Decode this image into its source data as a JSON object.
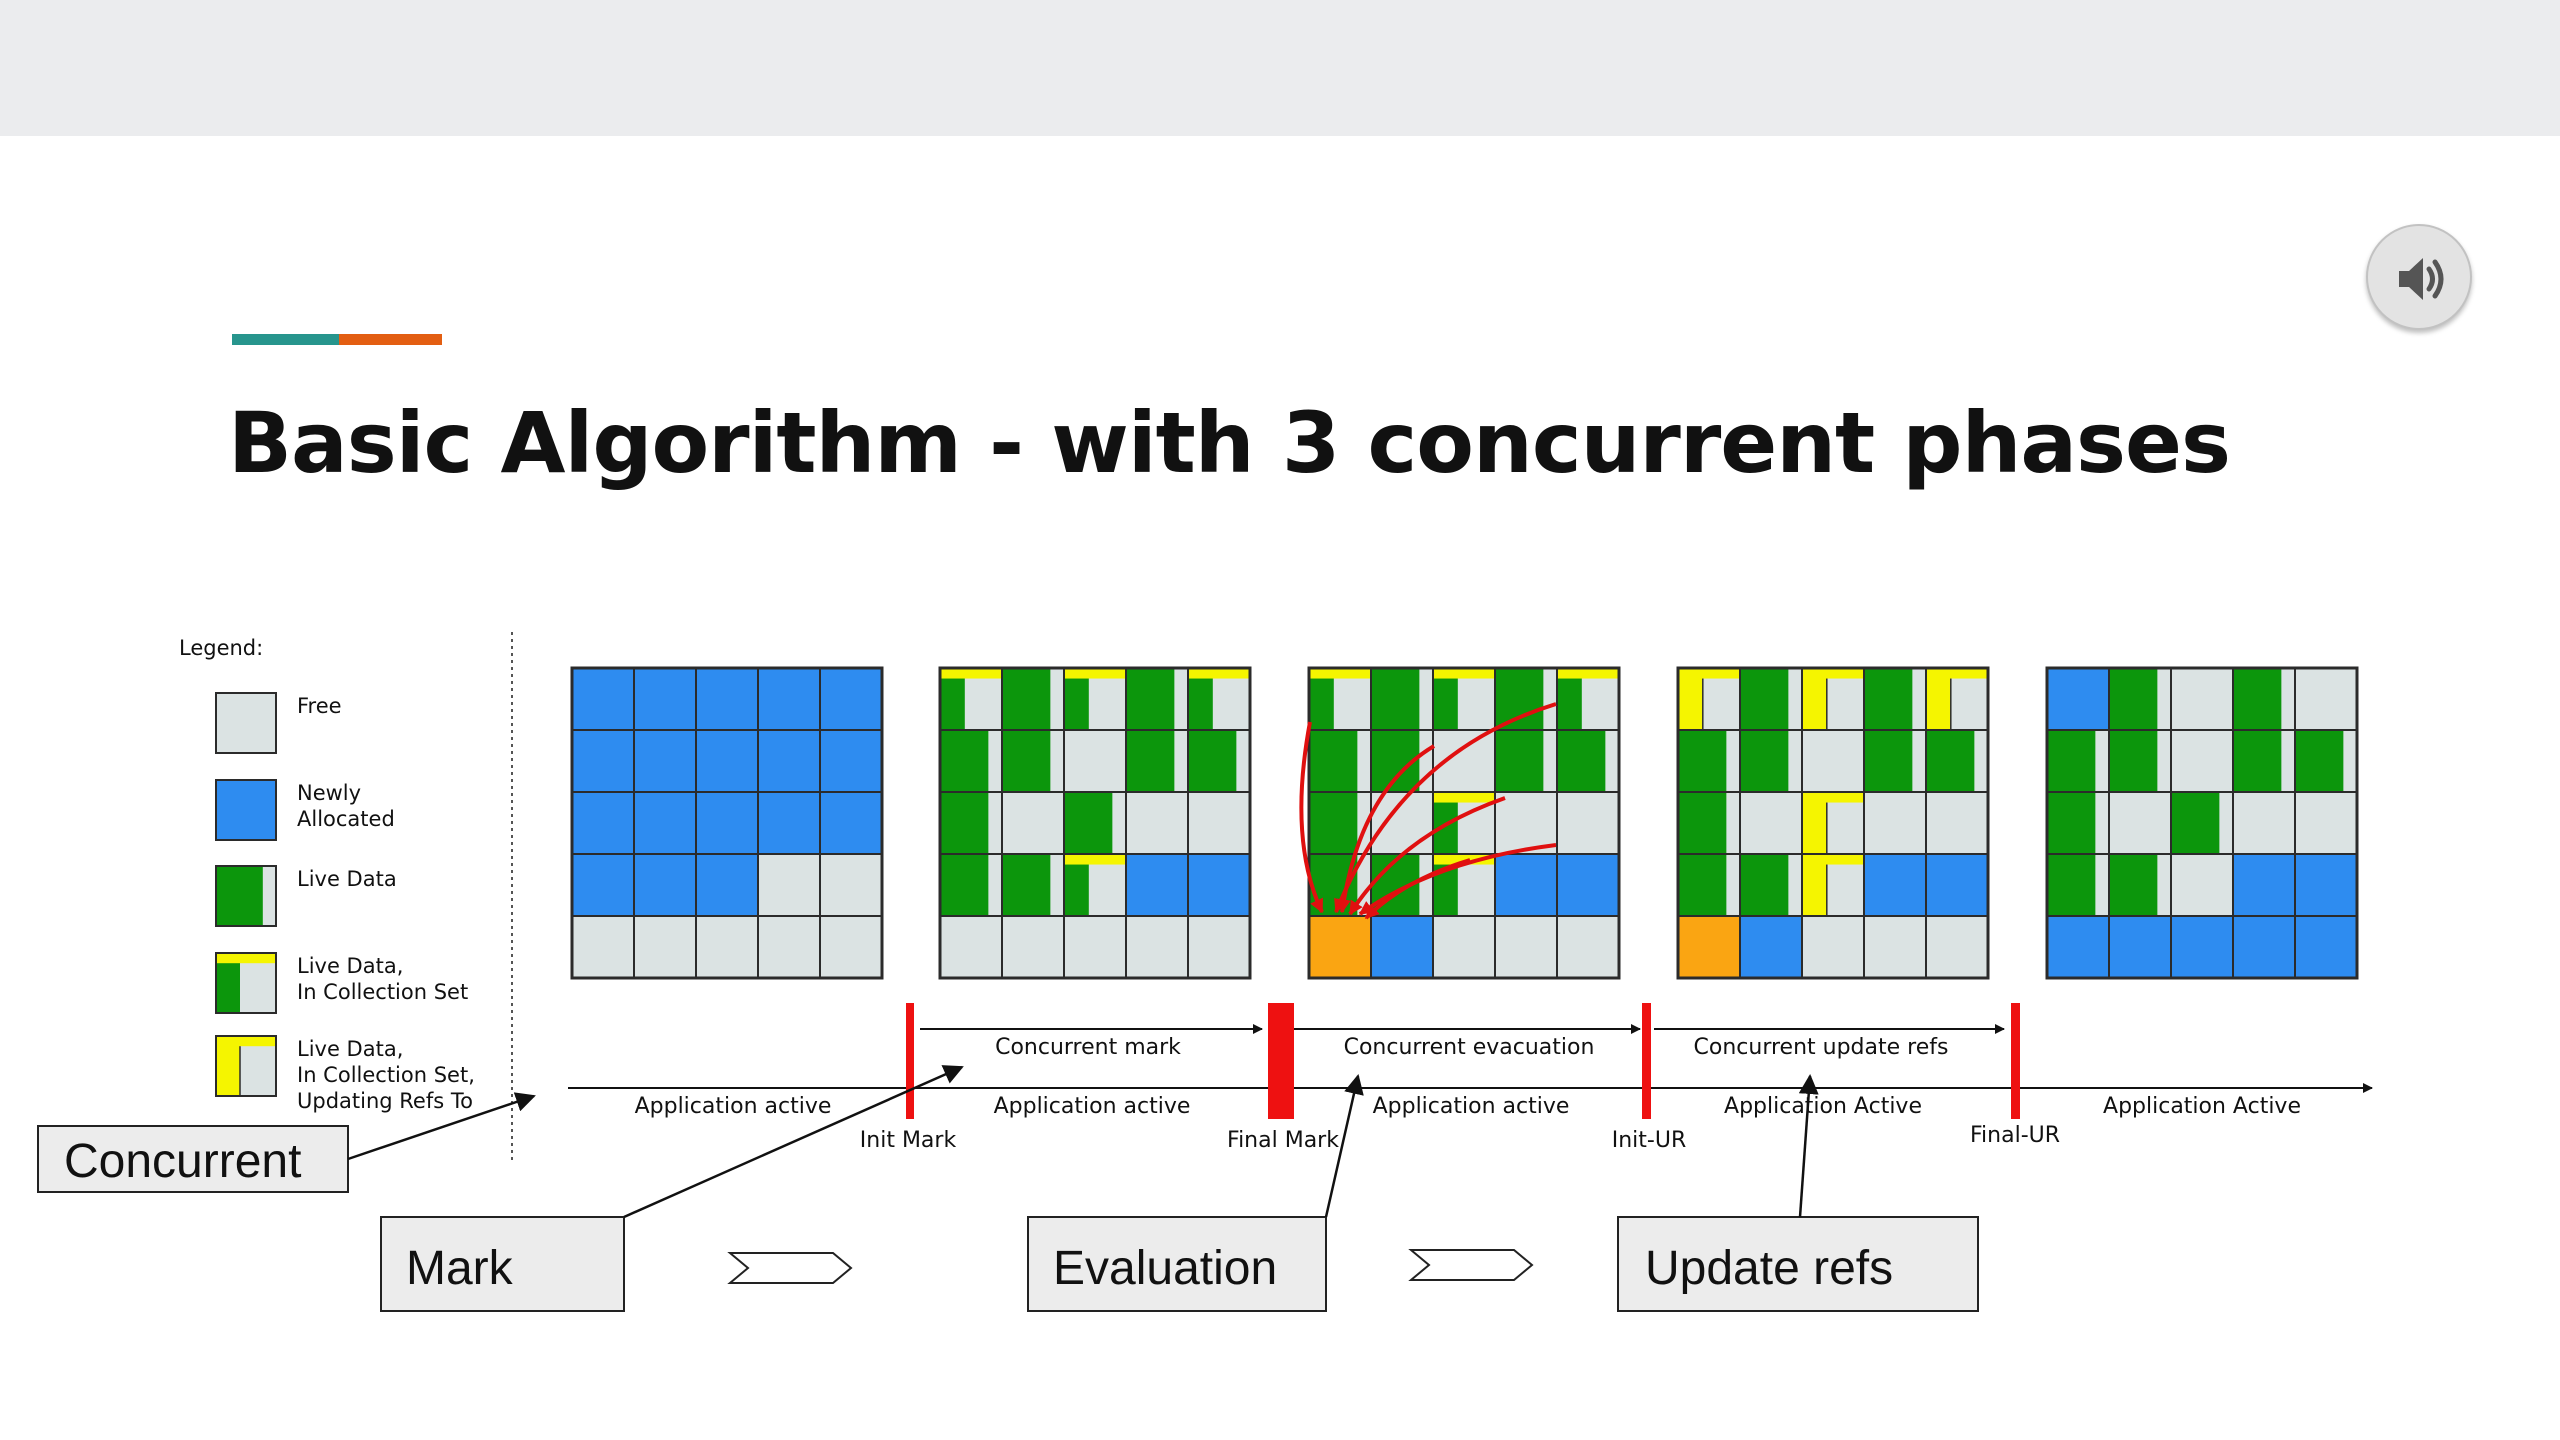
{
  "slide": {
    "title": "Basic Algorithm - with 3 concurrent phases",
    "sound_button_icon": "speaker-icon"
  },
  "legend": {
    "heading": "Legend:",
    "items": [
      {
        "key": "free",
        "lines": [
          "Free"
        ]
      },
      {
        "key": "new",
        "lines": [
          "Newly",
          "Allocated"
        ]
      },
      {
        "key": "live",
        "lines": [
          "Live Data"
        ]
      },
      {
        "key": "cset",
        "lines": [
          "Live Data,",
          "In Collection Set"
        ]
      },
      {
        "key": "upd",
        "lines": [
          "Live Data,",
          "In Collection Set,",
          "Updating Refs To"
        ]
      }
    ]
  },
  "colors": {
    "free": "#dbe3e3",
    "new": "#2e8cf0",
    "live": "#0c960c",
    "cset": "#f5f500",
    "evac": "#faa512",
    "pause": "#ee1111",
    "grid": "#2b2b2b",
    "box_fill": "#ececec",
    "annotation": "#111111"
  },
  "heaps": [
    {
      "rows": [
        [
          "new",
          "new",
          "new",
          "new",
          "new"
        ],
        [
          "new",
          "new",
          "new",
          "new",
          "new"
        ],
        [
          "new",
          "new",
          "new",
          "new",
          "new"
        ],
        [
          "new",
          "new",
          "new",
          "free",
          "free"
        ],
        [
          "free",
          "free",
          "free",
          "free",
          "free"
        ]
      ]
    },
    {
      "rows": [
        [
          "cset",
          "live",
          "cset",
          "live",
          "cset"
        ],
        [
          "live",
          "live",
          "free",
          "live",
          "live"
        ],
        [
          "live",
          "free",
          "live",
          "free",
          "free"
        ],
        [
          "live",
          "live",
          "cset",
          "new",
          "new"
        ],
        [
          "free",
          "free",
          "free",
          "free",
          "free"
        ]
      ]
    },
    {
      "rows": [
        [
          "cset",
          "live",
          "cset",
          "live",
          "cset"
        ],
        [
          "live",
          "live",
          "free",
          "live",
          "live"
        ],
        [
          "live",
          "free",
          "cset",
          "free",
          "free"
        ],
        [
          "live",
          "live",
          "cset",
          "new",
          "new"
        ],
        [
          "evac",
          "new",
          "free",
          "free",
          "free"
        ]
      ]
    },
    {
      "rows": [
        [
          "upd",
          "live",
          "upd",
          "live",
          "upd"
        ],
        [
          "live",
          "live",
          "free",
          "live",
          "live"
        ],
        [
          "live",
          "free",
          "upd",
          "free",
          "free"
        ],
        [
          "live",
          "live",
          "upd",
          "new",
          "new"
        ],
        [
          "evac",
          "new",
          "free",
          "free",
          "free"
        ]
      ]
    },
    {
      "rows": [
        [
          "new",
          "live",
          "free",
          "live",
          "free"
        ],
        [
          "live",
          "live",
          "free",
          "live",
          "live"
        ],
        [
          "live",
          "free",
          "live",
          "free",
          "free"
        ],
        [
          "live",
          "live",
          "free",
          "new",
          "new"
        ],
        [
          "new",
          "new",
          "new",
          "new",
          "new"
        ]
      ]
    }
  ],
  "timeline": {
    "concurrent_labels": [
      "Concurrent mark",
      "Concurrent evacuation",
      "Concurrent update refs"
    ],
    "application_labels": [
      "Application active",
      "Application active",
      "Application active",
      "Application Active",
      "Application Active"
    ],
    "pause_labels": [
      "Init Mark",
      "Final Mark",
      "Init-UR",
      "Final-UR"
    ]
  },
  "callouts": {
    "concurrent": "Concurrent",
    "mark": "Mark",
    "evaluation": "Evaluation",
    "update_refs": "Update refs"
  }
}
